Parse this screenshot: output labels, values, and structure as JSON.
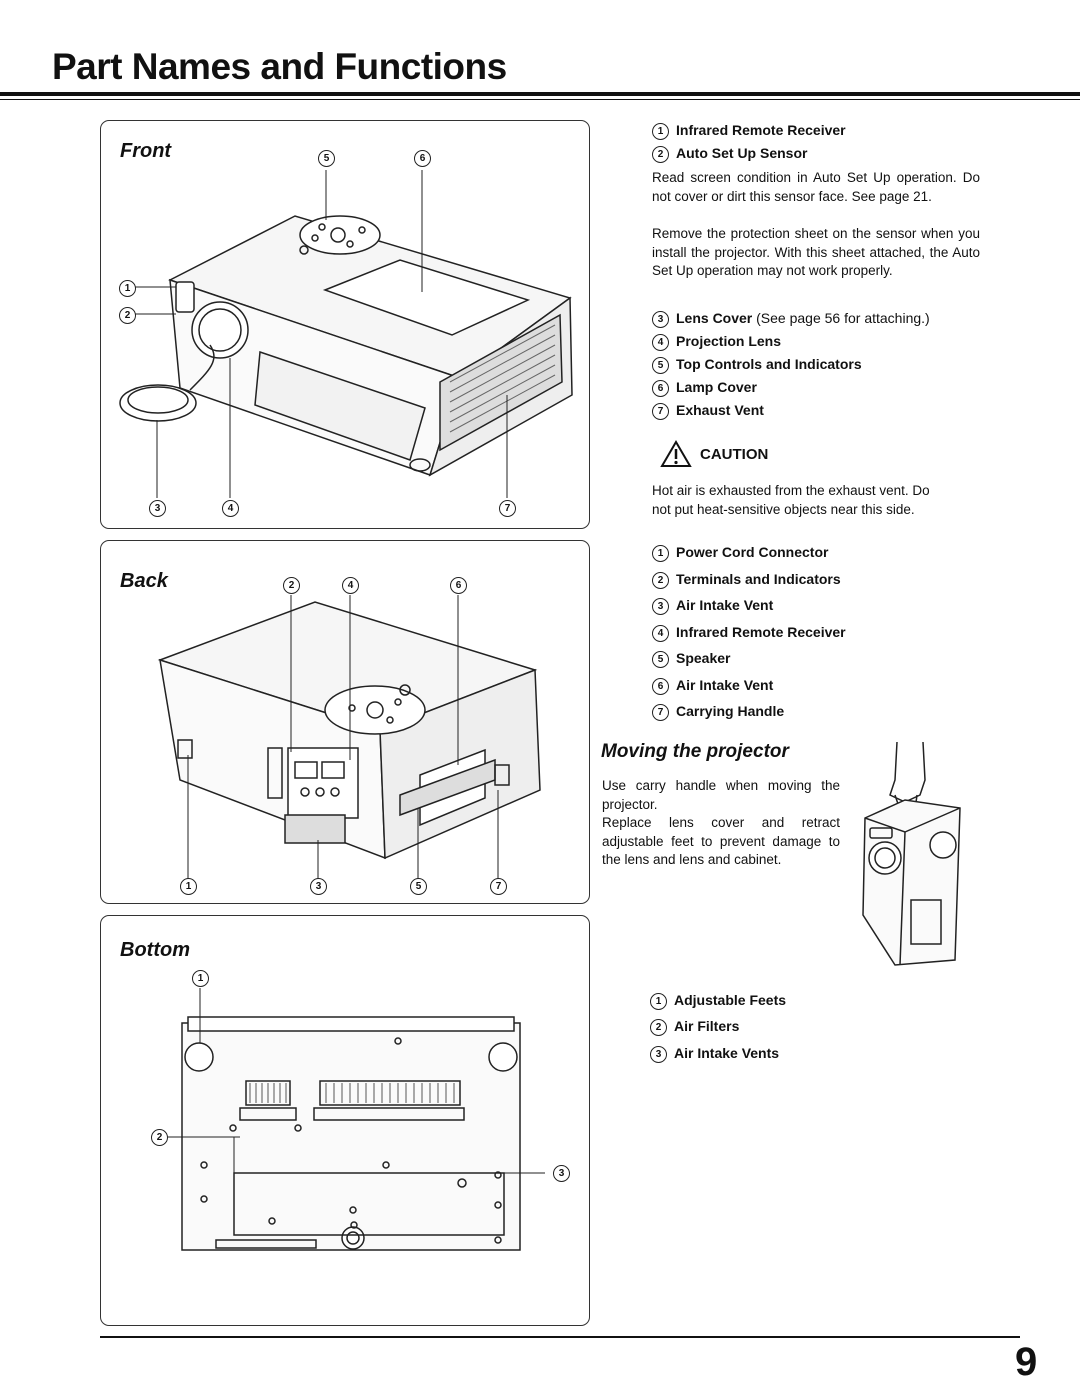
{
  "page": {
    "title": "Part Names and Functions",
    "number": "9"
  },
  "front": {
    "heading": "Front",
    "callouts": [
      "1",
      "2",
      "3",
      "4",
      "5",
      "6",
      "7"
    ],
    "items": [
      {
        "n": "1",
        "label": "Infrared Remote Receiver"
      },
      {
        "n": "2",
        "label": "Auto Set Up Sensor"
      }
    ],
    "para1": "Read screen condition in Auto Set Up operation. Do not cover or dirt this sensor face. See page 21.",
    "para2": "Remove the protection sheet on the sensor when you install the projector. With this sheet attached, the Auto Set Up operation may not work properly.",
    "items2": [
      {
        "n": "3",
        "label": "Lens Cover",
        "note": " (See page 56 for attaching.)"
      },
      {
        "n": "4",
        "label": "Projection Lens"
      },
      {
        "n": "5",
        "label": "Top Controls and Indicators"
      },
      {
        "n": "6",
        "label": "Lamp Cover"
      },
      {
        "n": "7",
        "label": "Exhaust Vent"
      }
    ],
    "caution_label": "CAUTION",
    "caution_text": "Hot air is exhausted from the exhaust vent. Do not put heat-sensitive objects near this side."
  },
  "back": {
    "heading": "Back",
    "items": [
      {
        "n": "1",
        "label": "Power Cord Connector"
      },
      {
        "n": "2",
        "label": "Terminals and Indicators"
      },
      {
        "n": "3",
        "label": "Air Intake Vent"
      },
      {
        "n": "4",
        "label": "Infrared Remote Receiver"
      },
      {
        "n": "5",
        "label": "Speaker"
      },
      {
        "n": "6",
        "label": "Air Intake Vent"
      },
      {
        "n": "7",
        "label": "Carrying Handle"
      }
    ]
  },
  "moving": {
    "heading": "Moving the projector",
    "para1": "Use carry handle when moving the projector.",
    "para2": "Replace lens cover and retract adjustable feet to prevent damage to the lens and lens and cabinet."
  },
  "bottom": {
    "heading": "Bottom",
    "items": [
      {
        "n": "1",
        "label": "Adjustable Feets"
      },
      {
        "n": "2",
        "label": "Air Filters"
      },
      {
        "n": "3",
        "label": "Air Intake Vents"
      }
    ]
  }
}
